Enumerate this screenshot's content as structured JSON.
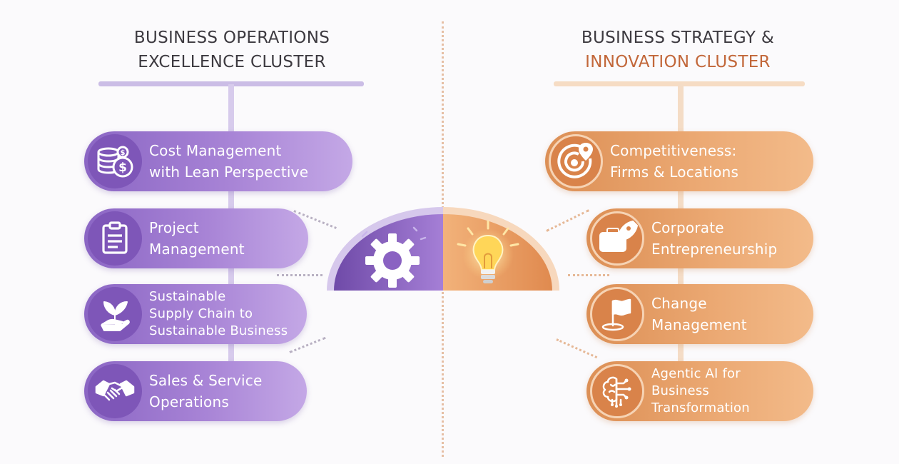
{
  "left_cluster": {
    "title_line1": "BUSINESS OPERATIONS",
    "title_line2": "EXCELLENCE CLUSTER",
    "items": [
      {
        "line1": "Cost Management",
        "line2": "with Lean Perspective",
        "line3": "",
        "icon": "coins-dollar-icon"
      },
      {
        "line1": "Project",
        "line2": "Management",
        "line3": "",
        "icon": "clipboard-icon"
      },
      {
        "line1": "Sustainable",
        "line2": "Supply Chain to",
        "line3": "Sustainable Business",
        "icon": "sprout-hand-icon"
      },
      {
        "line1": "Sales & Service",
        "line2": "Operations",
        "line3": "",
        "icon": "handshake-icon"
      }
    ]
  },
  "right_cluster": {
    "title_line1": "BUSINESS STRATEGY &",
    "title_line2": "INNOVATION CLUSTER",
    "items": [
      {
        "line1": "Competitiveness:",
        "line2": "Firms & Locations",
        "line3": "",
        "icon": "target-pin-icon"
      },
      {
        "line1": "Corporate",
        "line2": "Entrepreneurship",
        "line3": "",
        "icon": "briefcase-rocket-icon"
      },
      {
        "line1": "Change",
        "line2": "Management",
        "line3": "",
        "icon": "flag-icon"
      },
      {
        "line1": "Agentic AI for",
        "line2": "Business",
        "line3": "Transformation",
        "icon": "brain-circuit-icon"
      }
    ]
  },
  "center": {
    "left_icon": "gear-icon",
    "right_icon": "lightbulb-icon"
  },
  "colors": {
    "purple_accent": "#8b66c4",
    "orange_accent": "#dc8f55",
    "title_accent": "#c2673a",
    "title_text": "#3d3a40"
  }
}
